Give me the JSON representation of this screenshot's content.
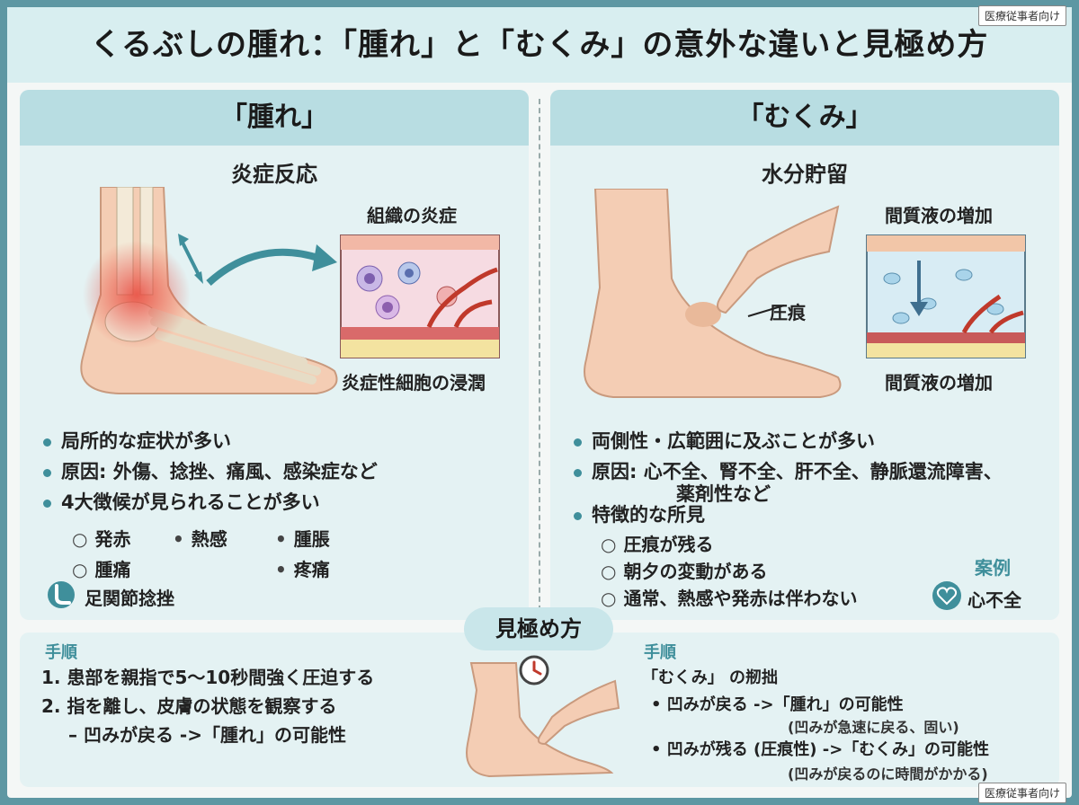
{
  "title": "くるぶしの腫れ：「腫れ」と「むくみ」の意外な違いと見極め方",
  "badge": "医療従事者向け",
  "left": {
    "heading": "「腫れ」",
    "subheading": "炎症反応",
    "inset_label_top": "組織の炎症",
    "inset_label_bottom": "炎症性細胞の浸潤",
    "bullets": [
      "局所的な症状が多い",
      "原因: 外傷、捻挫、痛風、感染症など",
      "4大徴候が見られることが多い"
    ],
    "signs": [
      "発赤",
      "熱感",
      "腫脹",
      "腫痛",
      "疼痛"
    ],
    "example": "足関節捻挫"
  },
  "right": {
    "heading": "「むくみ」",
    "subheading": "水分貯留",
    "inset_label_top": "間質液の増加",
    "inset_label_bottom": "間質液の増加",
    "pitting_label": "圧痕",
    "bullets": [
      "両側性・広範囲に及ぶことが多い",
      "原因: 心不全、腎不全、肝不全、静脈還流障害、",
      "薬剤性など",
      "特徴的な所見"
    ],
    "findings": [
      "圧痕が残る",
      "朝夕の変動がある",
      "通常、熱感や発赤は伴わない"
    ],
    "example_title": "案例",
    "example": "心不全"
  },
  "bottom": {
    "pill": "見極め方",
    "left_step_title": "手順",
    "steps": [
      "1. 患部を親指で5〜10秒間強く圧迫する",
      "2. 指を離し、皮膚の状態を観察する",
      "– 凹みが戻る ->「腫れ」の可能性"
    ],
    "right_step_title": "手順",
    "right_heading": "「むくみ」 の剏拙",
    "right_items": [
      "• 凹みが戻る ->「腫れ」の可能性",
      "(凹みが急速に戻る、固い)",
      "• 凹みが残る (圧痕性) ->「むくみ」の可能性",
      "(凹みが戻るのに時間がかかる)"
    ]
  },
  "colors": {
    "accent": "#3f8f9b",
    "header_bg": "#b8dde2",
    "panel_bg": "#e4f2f3",
    "frame": "#5e97a3",
    "inflammation": "#e8473c"
  },
  "icons": [
    "foot-sprain-icon",
    "heart-icon",
    "clock-icon",
    "arrow-icon"
  ]
}
